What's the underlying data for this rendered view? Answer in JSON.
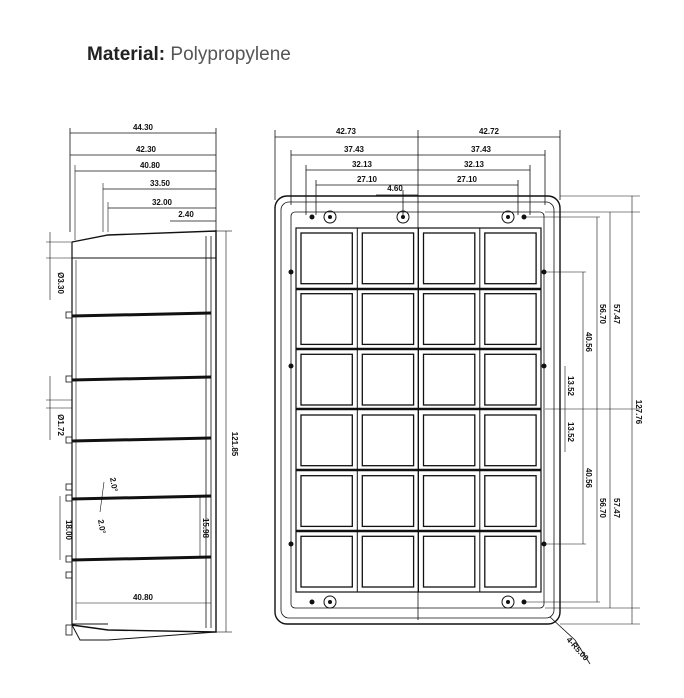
{
  "header": {
    "label": "Material:",
    "value": "Polypropylene"
  },
  "side_view": {
    "widths": [
      "44.30",
      "42.30",
      "40.80",
      "33.50",
      "32.00",
      "2.40"
    ],
    "height": "121.85",
    "diameters": [
      "Ø3.30",
      "Ø1.72"
    ],
    "angles": [
      "2.0°",
      "2.0°"
    ],
    "pitch": "18.00",
    "wall": "15.98",
    "bottom_width": "40.80"
  },
  "top_view": {
    "left_dims": [
      "42.73",
      "37.43",
      "32.13",
      "27.10",
      "4.60"
    ],
    "right_dims": [
      "42.72",
      "37.43",
      "32.13",
      "27.10"
    ],
    "right_col_a": [
      "57.47",
      "56.70",
      "40.56",
      "13.52"
    ],
    "right_col_b": [
      "13.52",
      "40.56",
      "56.70",
      "57.47"
    ],
    "overall_height": "127.76",
    "corner_radius": "4-R5.00",
    "grid": {
      "rows": 6,
      "cols": 4
    }
  }
}
